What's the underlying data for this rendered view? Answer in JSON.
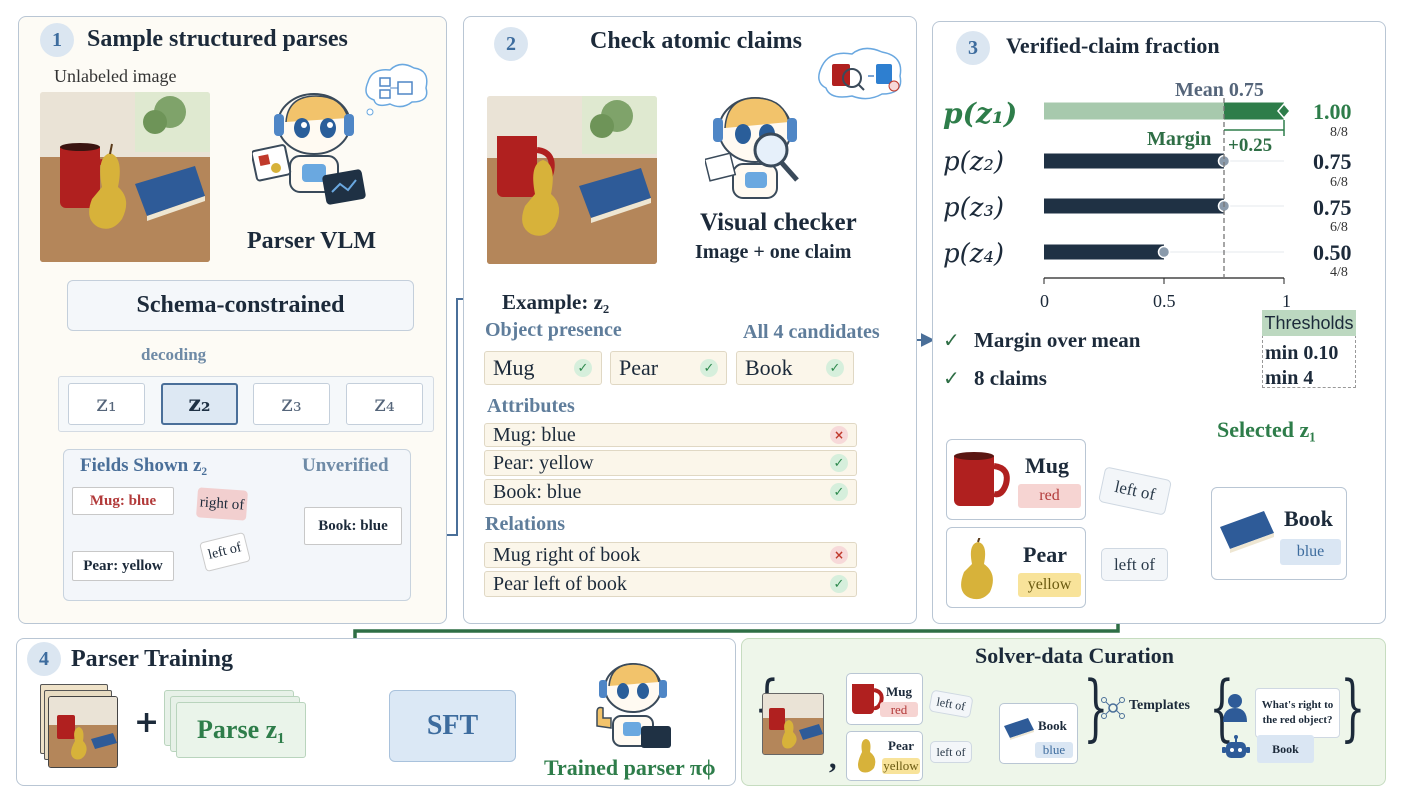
{
  "panel1": {
    "number": "1",
    "title": "Sample structured parses",
    "image_caption": "Unlabeled image",
    "parser_label": "Parser VLM",
    "schema_label": "Schema-constrained",
    "decoding_label": "decoding",
    "candidates": [
      "z₁",
      "z₂",
      "z₃",
      "z₄"
    ],
    "fields_title": "Fields Shown z₂",
    "unverified_label": "Unverified",
    "node_mug": "Mug: blue",
    "node_pear": "Pear: yellow",
    "node_book": "Book: blue",
    "rel_right": "right of",
    "rel_left": "left of"
  },
  "panel2": {
    "number": "2",
    "title": "Check atomic claims",
    "checker_label": "Visual checker",
    "checker_sub": "Image + one claim",
    "example_label": "Example: z₂",
    "all_candidates": "All 4 candidates",
    "object_presence": "Object presence",
    "objects": [
      "Mug",
      "Pear",
      "Book"
    ],
    "attributes_title": "Attributes",
    "attributes": [
      "Mug: blue",
      "Pear: yellow",
      "Book: blue"
    ],
    "relations_title": "Relations",
    "relations": [
      "Mug right of book",
      "Pear left of book"
    ]
  },
  "panel3": {
    "number": "3",
    "title": "Verified-claim fraction",
    "mean_label": "Mean 0.75",
    "margin_label": "Margin",
    "margin_value": "+0.25",
    "rows": [
      {
        "label": "p(z₁)",
        "score": "1.00",
        "frac": "8/8"
      },
      {
        "label": "p(z₂)",
        "score": "0.75",
        "frac": "6/8"
      },
      {
        "label": "p(z₃)",
        "score": "0.75",
        "frac": "6/8"
      },
      {
        "label": "p(z₄)",
        "score": "0.50",
        "frac": "4/8"
      }
    ],
    "ticks": [
      "0",
      "0.5",
      "1"
    ],
    "check1": "Margin over mean",
    "check2": "8 claims",
    "thresholds_title": "Thresholds",
    "threshold1": "min 0.10",
    "threshold2": "min 4",
    "selected_label": "Selected z₁",
    "mug_label": "Mug",
    "mug_attr": "red",
    "pear_label": "Pear",
    "pear_attr": "yellow",
    "book_label": "Book",
    "book_attr": "blue",
    "rel1": "left of",
    "rel2": "left of"
  },
  "panel4": {
    "number": "4",
    "title": "Parser Training",
    "plus": "+",
    "parse_label": "Parse z₁",
    "sft_label": "SFT",
    "trained_label": "Trained parser πϕ"
  },
  "panel5": {
    "title": "Solver-data Curation",
    "mug_label": "Mug",
    "mug_attr": "red",
    "pear_label": "Pear",
    "pear_attr": "yellow",
    "book_label": "Book",
    "book_attr": "blue",
    "rel1": "left of",
    "rel2": "left of",
    "comma": ",",
    "templates_label": "Templates",
    "question": "What's right to the red object?",
    "answer": "Book"
  },
  "chart_data": {
    "type": "bar",
    "orientation": "horizontal",
    "title": "Verified-claim fraction",
    "categories": [
      "p(z₁)",
      "p(z₂)",
      "p(z₃)",
      "p(z₄)"
    ],
    "values": [
      1.0,
      0.75,
      0.75,
      0.5
    ],
    "xlim": [
      0,
      1
    ],
    "mean": 0.75,
    "colors": {
      "selected": "#2e7d4a",
      "selected_bg": "#a7c9ad",
      "other": "#1f3144",
      "mean_line": "#777777"
    }
  }
}
